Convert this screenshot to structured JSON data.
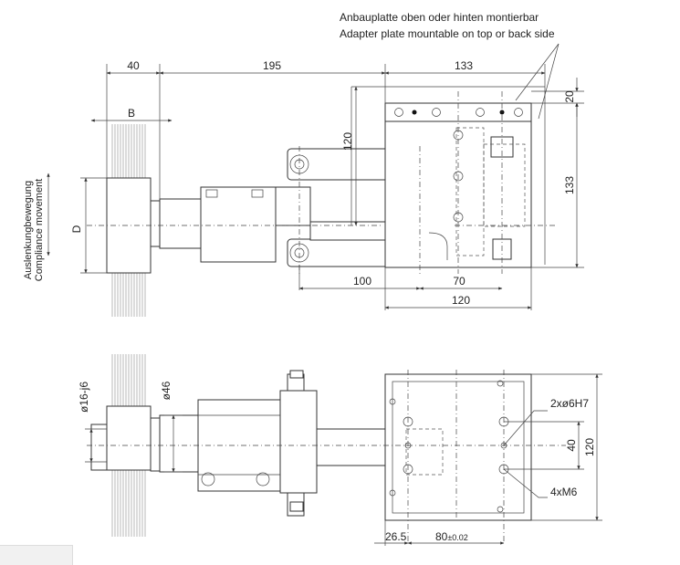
{
  "notes": {
    "adapter_de": "Anbauplatte oben oder hinten montierbar",
    "adapter_en": "Adapter plate mountable on top or back side",
    "compliance_de": "Auslenkungbewegung",
    "compliance_en": "Compliance movement"
  },
  "top_view": {
    "dim_40": "40",
    "dim_195": "195",
    "dim_133_top": "133",
    "dim_B": "B",
    "dim_D": "D",
    "dim_120_vert": "120",
    "dim_20": "20",
    "dim_133_right": "133",
    "dim_100": "100",
    "dim_70": "70",
    "dim_120_bottom": "120"
  },
  "bottom_view": {
    "dim_16j6": "ø16-j6",
    "dim_46": "ø46",
    "dim_holes_h7": "2xø6H7",
    "dim_40": "40",
    "dim_120": "120",
    "dim_m6": "4xM6",
    "dim_26_5": "26.5",
    "dim_80": "80",
    "dim_80_tol": "±0.02"
  },
  "colors": {
    "line": "#333333",
    "background": "#ffffff",
    "cable": "#888888"
  }
}
